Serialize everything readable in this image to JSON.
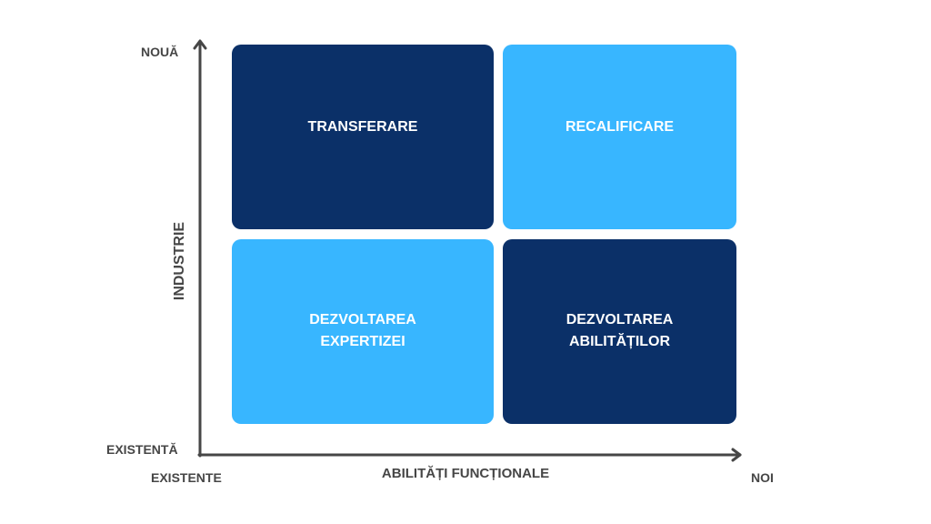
{
  "axes": {
    "y_title": "INDUSTRIE",
    "y_top": "NOUĂ",
    "y_bottom": "EXISTENTĂ",
    "x_title": "ABILITĂȚI FUNCȚIONALE",
    "x_left": "EXISTENTE",
    "x_right": "NOI"
  },
  "quadrants": [
    {
      "label": "TRANSFERARE",
      "color": "#0b3068"
    },
    {
      "label": "RECALIFICARE",
      "color": "#38b6ff"
    },
    {
      "label": "DEZVOLTAREA EXPERTIZEI",
      "color": "#38b6ff"
    },
    {
      "label": "DEZVOLTAREA ABILITĂȚILOR",
      "color": "#0b3068"
    }
  ]
}
